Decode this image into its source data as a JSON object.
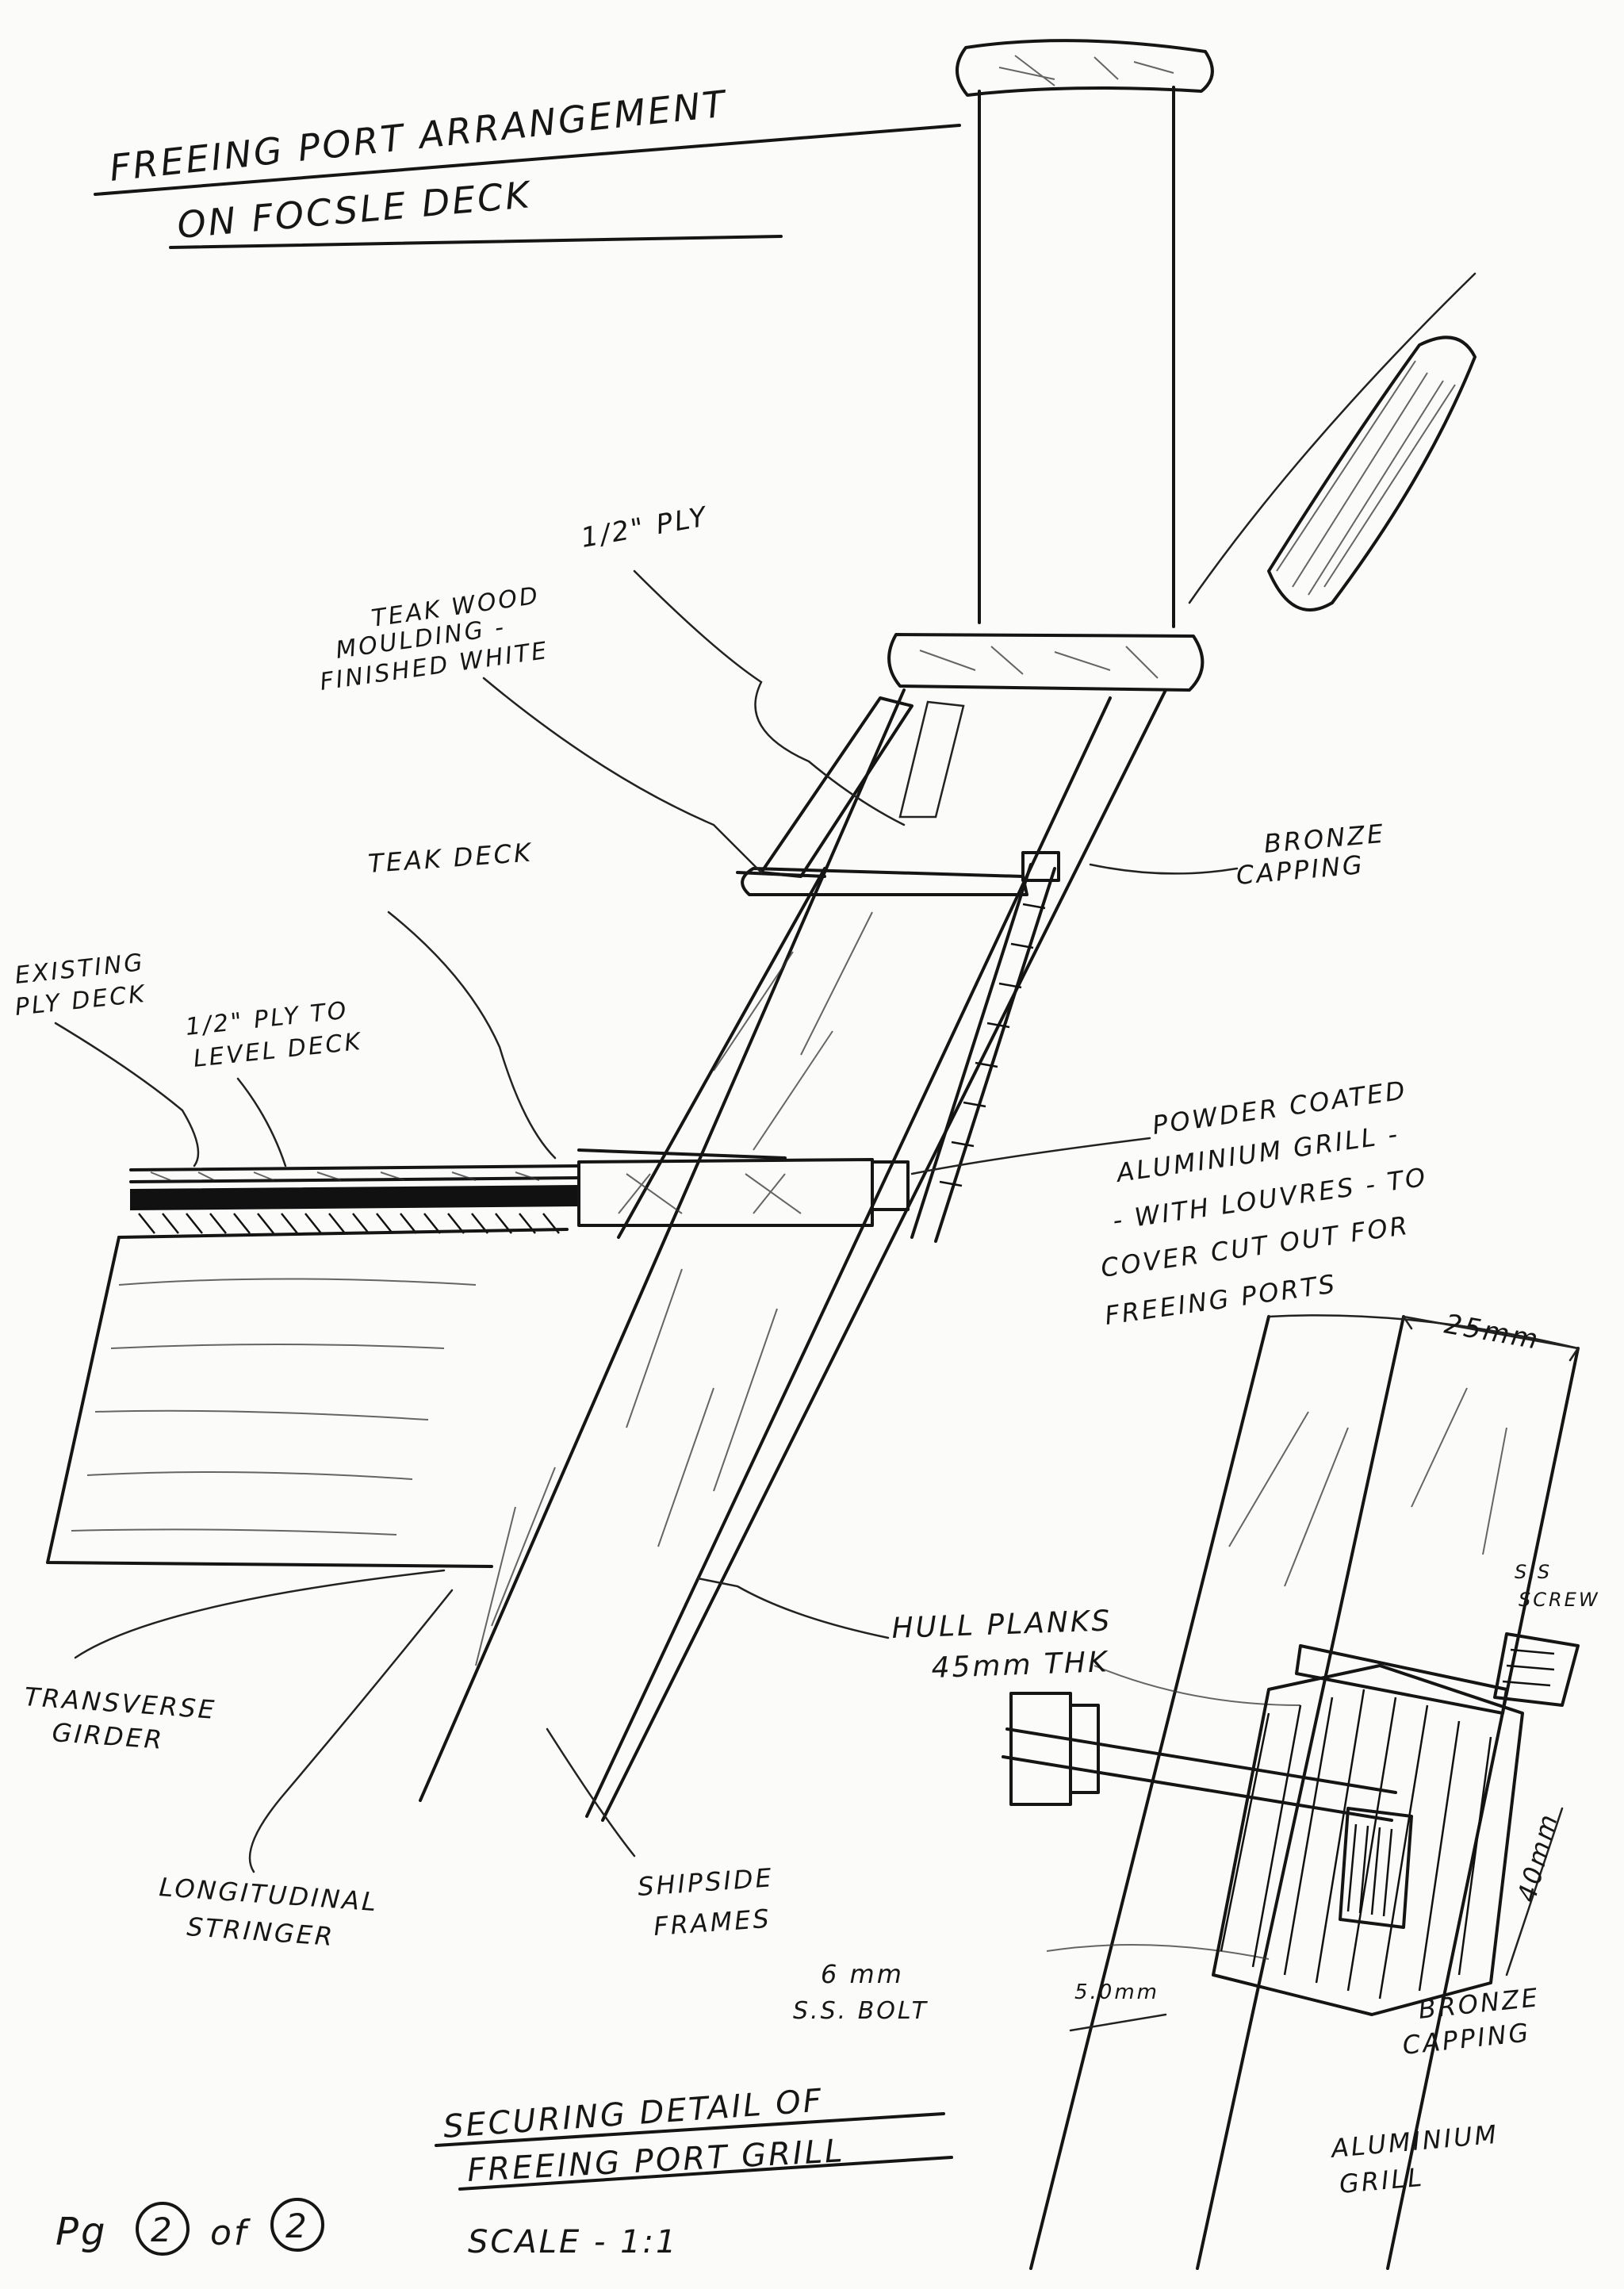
{
  "title": {
    "line1": "FREEING PORT ARRANGEMENT",
    "line2": "ON FOCSLE DECK"
  },
  "labels": {
    "half_ply_top": "1/2\" PLY",
    "teak_moulding_1": "TEAK WOOD",
    "teak_moulding_2": "MOULDING -",
    "teak_moulding_3": "FINISHED WHITE",
    "teak_deck": "TEAK DECK",
    "bronze_capping_top_1": "BRONZE",
    "bronze_capping_top_2": "CAPPING",
    "existing_ply_1": "EXISTING",
    "existing_ply_2": "PLY DECK",
    "ply_level_1": "1/2\" PLY TO",
    "ply_level_2": "LEVEL DECK",
    "grill_note_1": "POWDER COATED",
    "grill_note_2": "ALUMINIUM GRILL -",
    "grill_note_3": "- WITH LOUVRES - TO",
    "grill_note_4": "COVER CUT OUT FOR",
    "grill_note_5": "FREEING PORTS",
    "transverse_1": "TRANSVERSE",
    "transverse_2": "GIRDER",
    "hull_planks_1": "HULL PLANKS",
    "hull_planks_2": "45mm THK",
    "longitudinal_1": "LONGITUDINAL",
    "longitudinal_2": "STRINGER",
    "shipside_1": "SHIPSIDE",
    "shipside_2": "FRAMES",
    "bolt_1": "6 mm",
    "bolt_2": "S.S. BOLT",
    "dim_25": "25mm",
    "dim_40": "40mm",
    "dim_5": "5.0mm",
    "ss_screw_1": "S.S",
    "ss_screw_2": "SCREW",
    "bronze_capping_bot_1": "BRONZE",
    "bronze_capping_bot_2": "CAPPING",
    "alu_grill_1": "ALUMINIUM",
    "alu_grill_2": "GRILL"
  },
  "detail_title": {
    "line1": "SECURING DETAIL OF",
    "line2": "FREEING PORT GRILL",
    "scale": "SCALE - 1:1"
  },
  "page_marker": {
    "prefix": "Pg",
    "page": "2",
    "of": "of",
    "total": "2"
  }
}
